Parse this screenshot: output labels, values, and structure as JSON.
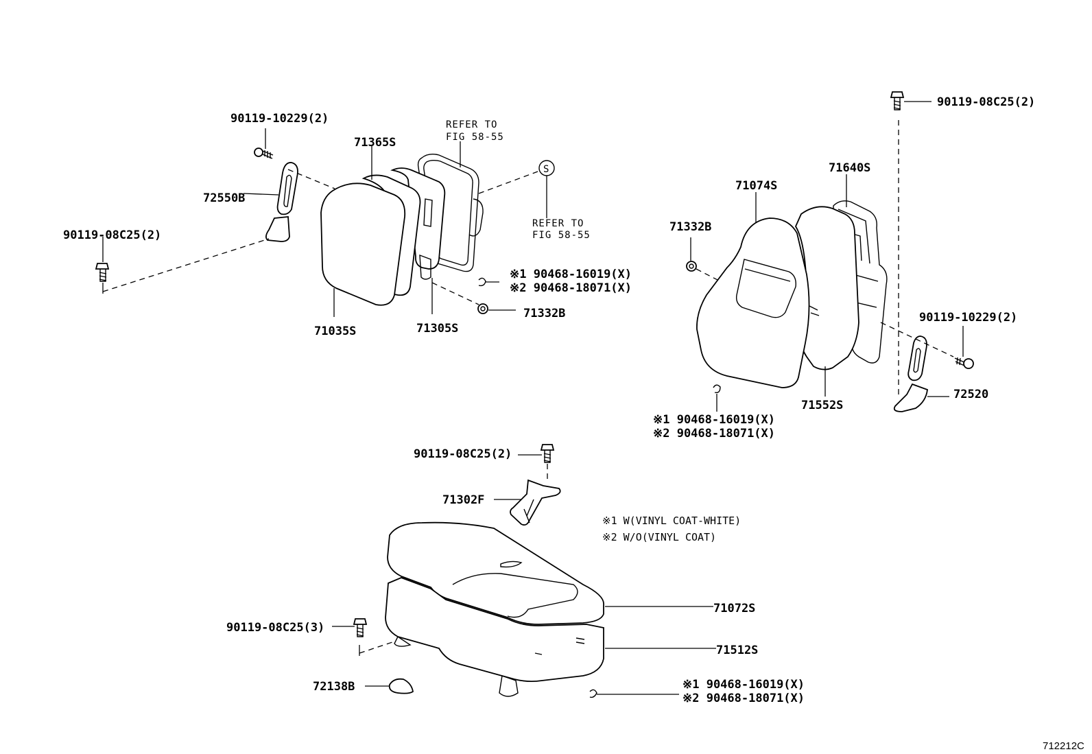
{
  "labels": {
    "b_90119_10229_left": "90119-10229(2)",
    "p_71365S": "71365S",
    "refer_top_1": "REFER TO",
    "refer_top_2": "FIG 58-55",
    "s_symbol": "S",
    "refer_s_1": "REFER TO",
    "refer_s_2": "FIG 58-55",
    "p_72550B": "72550B",
    "b_90119_08C25_left": "90119-08C25(2)",
    "clip_1_left": "※1 90468-16019(X)",
    "clip_2_left": "※2 90468-18071(X)",
    "p_71332B_left": "71332B",
    "p_71035S": "71035S",
    "p_71305S": "71305S",
    "b_90119_08C25_topright": "90119-08C25(2)",
    "p_71640S": "71640S",
    "p_71074S": "71074S",
    "p_71332B_right": "71332B",
    "b_90119_10229_right": "90119-10229(2)",
    "p_72520": "72520",
    "p_71552S": "71552S",
    "clip_1_right": "※1 90468-16019(X)",
    "clip_2_right": "※2 90468-18071(X)",
    "b_90119_08C25_mid": "90119-08C25(2)",
    "p_71302F": "71302F",
    "note_1": "※1 W(VINYL COAT-WHITE)",
    "note_2": "※2 W/O(VINYL COAT)",
    "p_71072S": "71072S",
    "b_90119_08C25_bottom": "90119-08C25(3)",
    "p_71512S": "71512S",
    "p_72138B": "72138B",
    "clip_1_bottom": "※1 90468-16019(X)",
    "clip_2_bottom": "※2 90468-18071(X)",
    "figure_code": "712212C"
  }
}
